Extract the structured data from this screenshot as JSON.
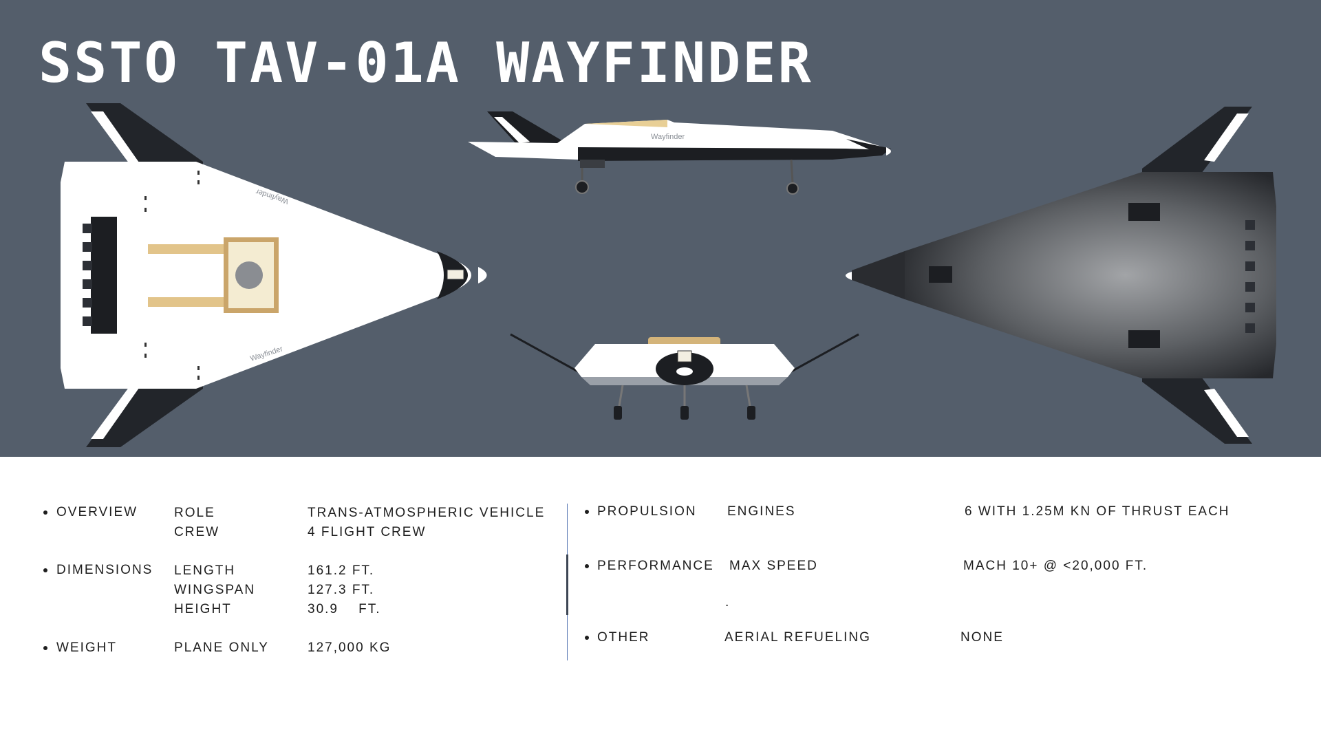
{
  "title": "SSTO TAV-01A WAYFINDER",
  "brand_mark": "Wayfinder",
  "colors": {
    "hero_background": "#545e6b",
    "title": "#ffffff",
    "hull_white": "#ffffff",
    "hull_black": "#1c1e22",
    "gold_accent": "#d4b47a",
    "divider": "#5a78b4"
  },
  "specs_left": [
    {
      "category": "OVERVIEW",
      "rows": [
        {
          "label": "ROLE",
          "value": "TRANS-ATMOSPHERIC VEHICLE"
        },
        {
          "label": "CREW",
          "value": "4 FLIGHT CREW"
        }
      ]
    },
    {
      "category": "DIMENSIONS",
      "rows": [
        {
          "label": "LENGTH",
          "value": "161.2 FT."
        },
        {
          "label": "WINGSPAN",
          "value": "127.3 FT."
        },
        {
          "label": "HEIGHT",
          "value": "30.9    FT."
        }
      ]
    },
    {
      "category": "WEIGHT",
      "rows": [
        {
          "label": "PLANE ONLY",
          "value": "127,000 KG"
        }
      ]
    }
  ],
  "specs_right": [
    {
      "category": "PROPULSION",
      "label": "ENGINES",
      "value": "6 WITH 1.25M KN OF THRUST EACH"
    },
    {
      "category": "PERFORMANCE",
      "label": "MAX SPEED",
      "value": "MACH 10+ @ <20,000 FT.",
      "note": "."
    },
    {
      "category": "OTHER",
      "label": "AERIAL REFUELING",
      "value": "NONE"
    }
  ]
}
